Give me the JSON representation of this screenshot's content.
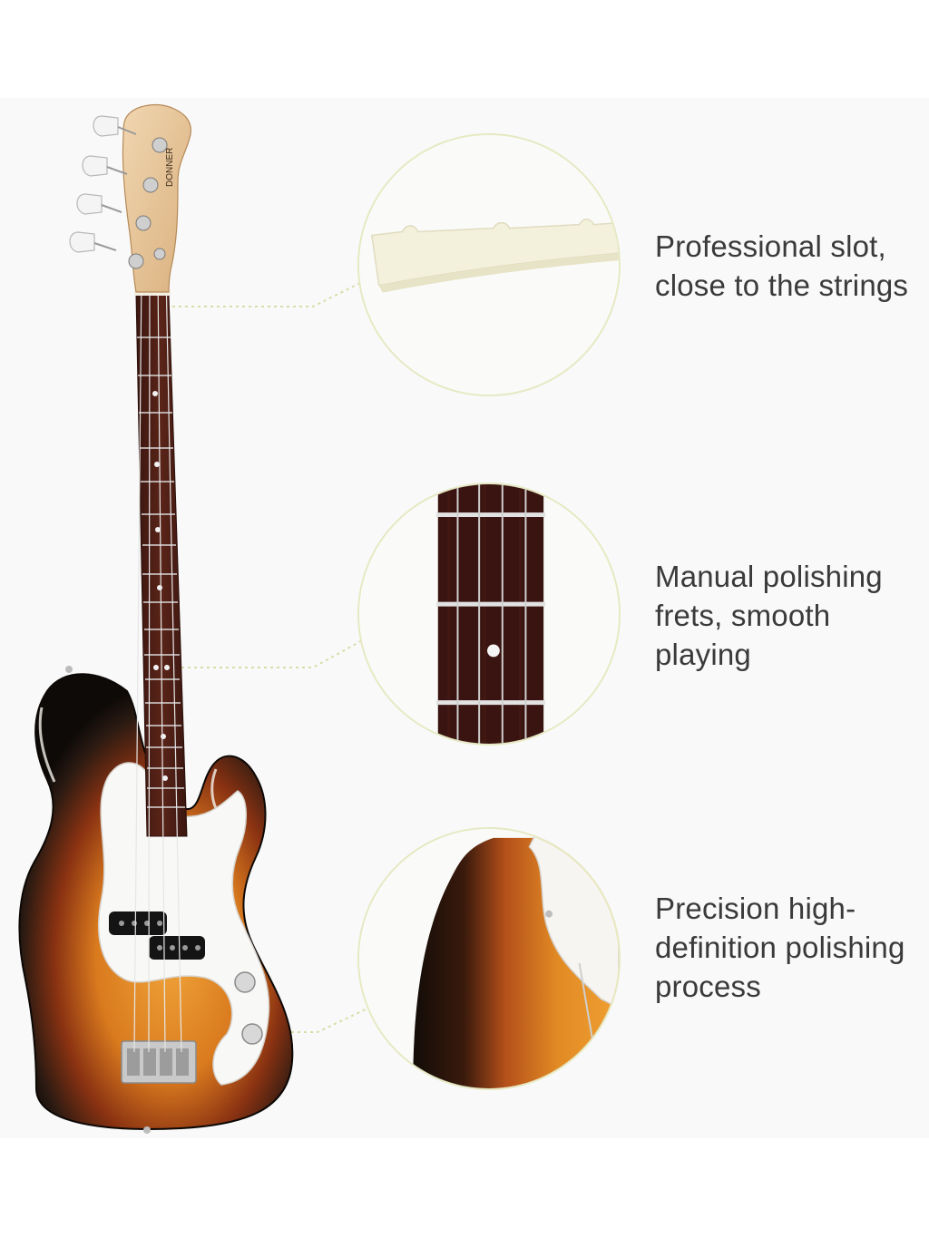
{
  "features": [
    {
      "id": "nut",
      "text": "Professional slot,\nclose to the strings",
      "icon": "nut-detail-icon"
    },
    {
      "id": "frets",
      "text": "Manual polishing\nfrets, smooth\nplaying",
      "icon": "fret-detail-icon"
    },
    {
      "id": "body",
      "text": "Precision high-\ndefinition polishing\nprocess",
      "icon": "body-detail-icon"
    }
  ],
  "colors": {
    "background": "#ffffff",
    "panel": "#f9f9f9",
    "circle_border": "#e6e9c2",
    "leader_line": "#d9dca8",
    "text": "#3a3a3a",
    "sunburst_dark": "#1a1410",
    "sunburst_mid": "#a0441a",
    "sunburst_light": "#e8962a",
    "fretboard": "#4a2018",
    "maple": "#e8c9a0"
  }
}
